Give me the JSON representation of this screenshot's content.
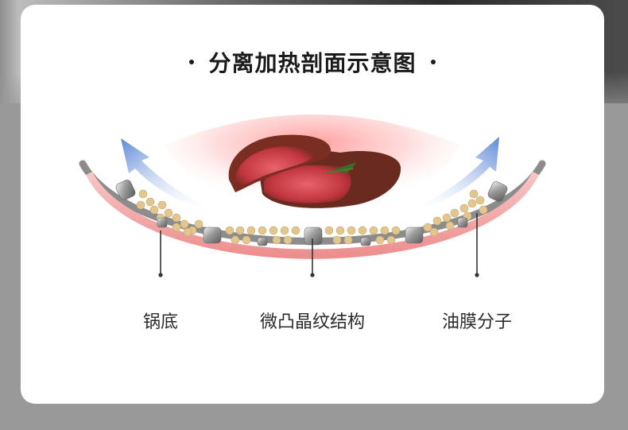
{
  "title": "分离加热剖面示意图",
  "labels": {
    "pan_bottom": "锅底",
    "micro_texture": "微凸晶纹结构",
    "oil_film": "油膜分子"
  },
  "colors": {
    "heat_glow": "#ff6b6b",
    "arrow_blue": "#6f98d9",
    "pan_rim": "#8c8c8c",
    "oil_dot": "#e1c48f"
  }
}
